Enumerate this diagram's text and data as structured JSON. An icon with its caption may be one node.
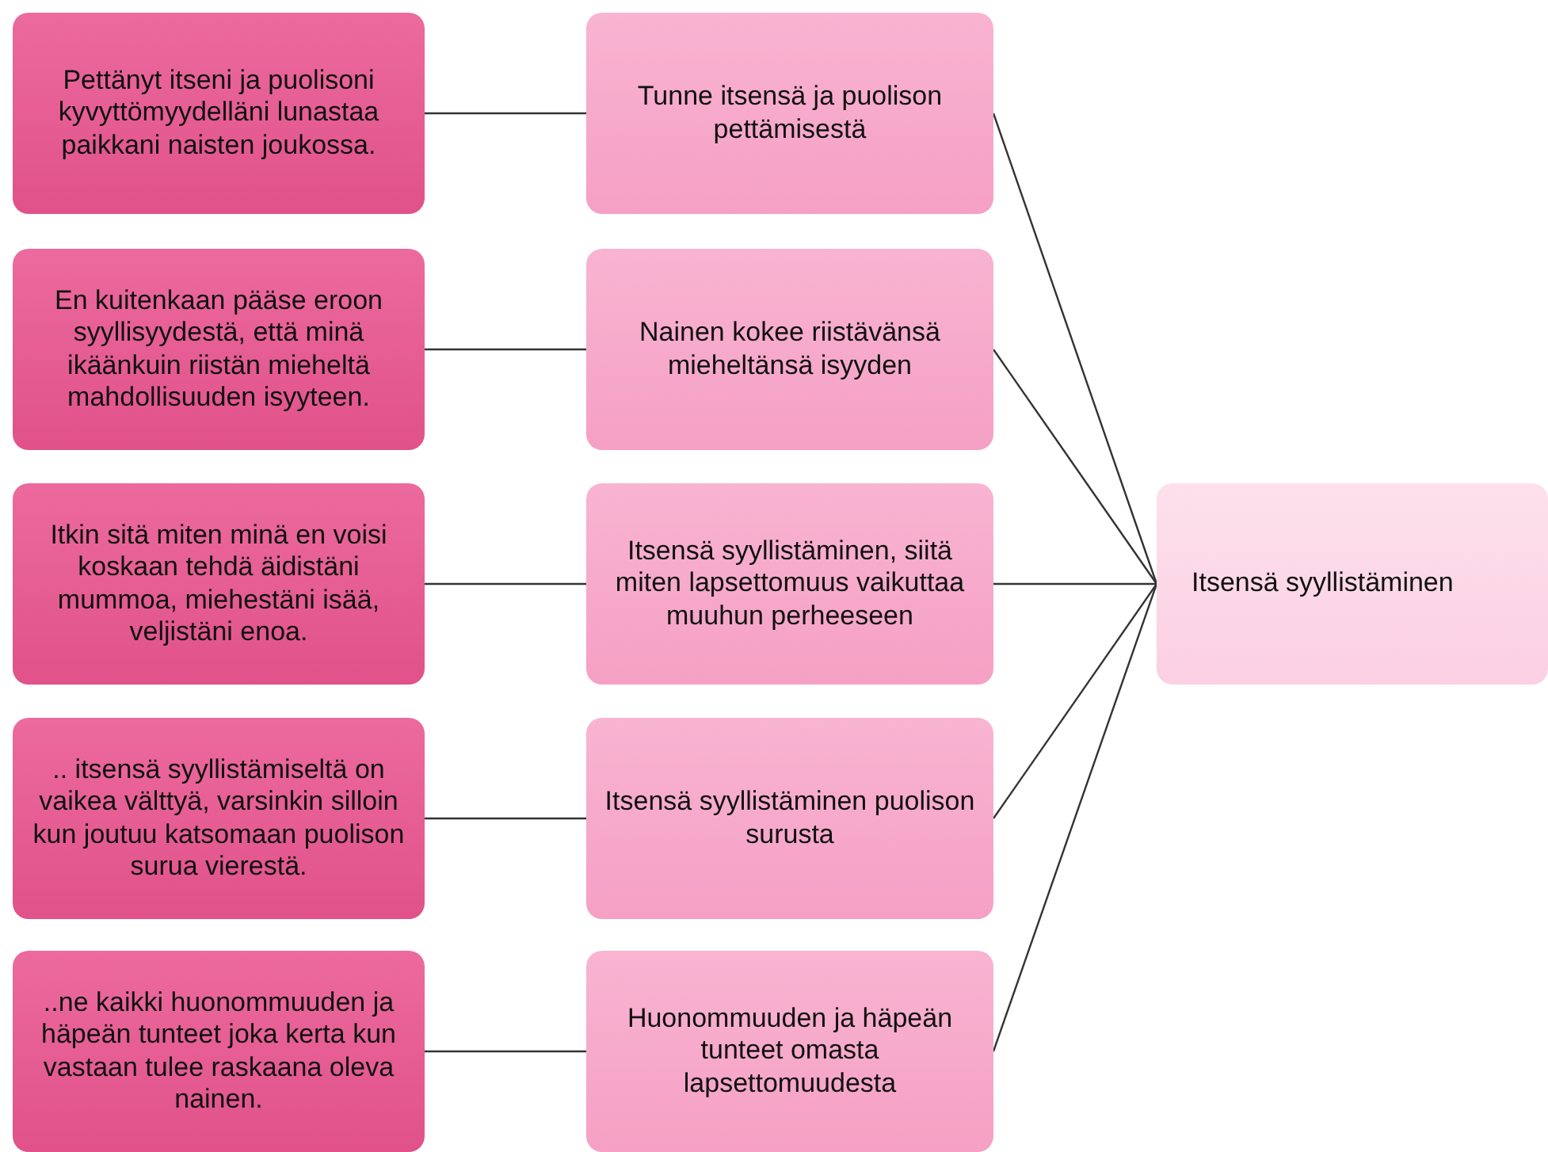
{
  "diagram": {
    "nodes": [
      {
        "text": [
          "Pettänyt itseni ja puolisoni kyvyttömyydelläni lunastaa paikkani naisten joukossa."
        ]
      },
      {
        "text": [
          "En kuitenkaan pääse eroon syyllisyydestä, että minä ikäänkuin riistän mieheltä mahdollisuuden isyyteen."
        ]
      },
      {
        "text": [
          "Itkin sitä miten minä en voisi koskaan tehdä äidistäni mummoa, miehestäni isää, veljistäni enoa."
        ]
      },
      {
        "text": [
          ".. itsensä syyllistämiseltä on vaikea välttyä, varsinkin silloin kun joutuu katsomaan puolison surua vierestä."
        ]
      },
      {
        "text": [
          "..ne kaikki huonommuuden ja häpeän tunteet joka kerta kun vastaan tulee raskaana oleva nainen."
        ]
      },
      {
        "text": [
          "Tunne itsensä ja puolison pettämisestä"
        ]
      },
      {
        "text": [
          "Nainen kokee riistävänsä mieheltänsä isyyden"
        ]
      },
      {
        "text": [
          "Itsensä syyllistäminen, siitä miten lapsettomuus vaikuttaa muuhun perheeseen"
        ]
      },
      {
        "text": [
          "Itsensä syyllistäminen puolison surusta"
        ]
      },
      {
        "text": [
          "Huonommuuden ja häpeän tunteet omasta lapsettomuudesta"
        ]
      },
      {
        "text": [
          "Itsensä syyllistäminen"
        ]
      }
    ],
    "edges": [
      {
        "from": 0,
        "to": 5,
        "arrow": "none"
      },
      {
        "from": 1,
        "to": 6,
        "arrow": "none"
      },
      {
        "from": 2,
        "to": 7,
        "arrow": "none"
      },
      {
        "from": 3,
        "to": 8,
        "arrow": "none"
      },
      {
        "from": 4,
        "to": 9,
        "arrow": "none"
      },
      {
        "from": 5,
        "to": 10,
        "arrow": "none"
      },
      {
        "from": 6,
        "to": 10,
        "arrow": "none"
      },
      {
        "from": 7,
        "to": 10,
        "arrow": "none"
      },
      {
        "from": 8,
        "to": 10,
        "arrow": "none"
      },
      {
        "from": 9,
        "to": 10,
        "arrow": "none"
      }
    ]
  }
}
